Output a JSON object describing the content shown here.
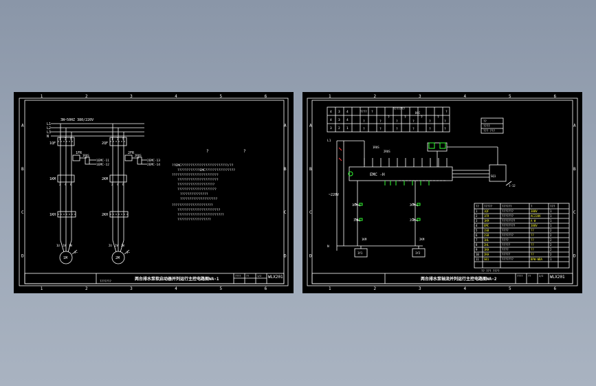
{
  "colors": {
    "background": "#9aa5b5",
    "sheet": "#000000",
    "line": "#ffffff",
    "accent_yellow": "#ffff33",
    "accent_green": "#33ff33",
    "accent_cyan": "#33ffff",
    "accent_red": "#ff3333"
  },
  "grid": {
    "columns": [
      "1",
      "2",
      "3",
      "4",
      "5",
      "6"
    ],
    "rows": [
      "A",
      "B",
      "C",
      "D"
    ]
  },
  "sheet_left": {
    "supply_label": "3N~50HZ 380/220V",
    "phases": [
      "L1",
      "L2",
      "L3",
      "N"
    ],
    "breaker_labels": [
      "1QF",
      "2QF"
    ],
    "relay_labels": [
      "1FR",
      "2FR"
    ],
    "relay_sub_labels": [
      "1RUS",
      "2RUS"
    ],
    "emc_refs_1": [
      "1EMC-11",
      "1EMC-12"
    ],
    "emc_refs_2": [
      "2EMC-13",
      "2EMC-14"
    ],
    "contactor_labels": [
      "1KM",
      "2KM"
    ],
    "fuse_labels": [
      "1KH",
      "2KH"
    ],
    "terminal_nums": [
      "1",
      "3",
      "5",
      "2",
      "4",
      "6"
    ],
    "motor_terms_1": [
      "1U",
      "1V",
      "1W"
    ],
    "motor_terms_2": [
      "2U",
      "2V",
      "2W"
    ],
    "motor_labels": [
      "1M",
      "2M"
    ],
    "motor_suffix": "3~",
    "notes_headers": [
      "?",
      "?"
    ],
    "notes_lines": [
      "??EMC?????????????????????????/??",
      "????????????EMC????????????????",
      "?????????????????????????",
      "??????????????????????",
      "????????????????????",
      "?????????????????????",
      "???????????????",
      "????????????????????",
      "??????????????????????",
      "???????????????????????",
      "?????????????????????????",
      "??????????????????"
    ],
    "title": "两台排水泵软启动器并列运行主控电路图WA-1",
    "drawing_no": "WLX201",
    "meta_a": "????",
    "meta_b": "??",
    "sheet_small": "1/2",
    "footer_code": "???????"
  },
  "sheet_right": {
    "top_table": [
      [
        "4",
        "3",
        "4",
        "?",
        "?",
        "?",
        "?",
        "?",
        "?"
      ],
      [
        "4",
        "3",
        "4",
        "?",
        "?",
        "?",
        "?",
        "?",
        "?"
      ],
      [
        "3",
        "2",
        "1",
        "?",
        "?",
        "?",
        "?",
        "?",
        "?"
      ]
    ],
    "top_headers": [
      "????",
      "???????",
      "DCC"
    ],
    "top_right_box": [
      "??",
      "????",
      "??? ???"
    ],
    "phase_labels": [
      "L1",
      "N"
    ],
    "voltage": "~220V",
    "emc_label": "EMC -H",
    "rus_labels": [
      "1RUS",
      "2RUS"
    ],
    "contact_labels": [
      "1KM",
      "2KM"
    ],
    "sb_labels": [
      "1SB",
      "2SB"
    ],
    "coil_labels": [
      "1KM",
      "2KM"
    ],
    "bottom_boxes": [
      "1Y1",
      "1Y2"
    ],
    "sensor_label": "SQ1",
    "sensor_sub": "1-12",
    "bom_header": [
      "??",
      "?????",
      "??????",
      "?",
      "???"
    ],
    "bom_rows": [
      [
        "1",
        "1QF",
        "???????",
        "380V",
        "1"
      ],
      [
        "2",
        "1FR",
        "???????",
        "AC220V",
        "1"
      ],
      [
        "3",
        "1KM",
        "????????",
        "A-W",
        "1"
      ],
      [
        "4",
        "EMC",
        "????????",
        "380V",
        "1"
      ],
      [
        "5",
        "1SB",
        "????",
        "??",
        "2"
      ],
      [
        "6",
        "2SB",
        "???????",
        "??",
        "2"
      ],
      [
        "7",
        "1HL",
        "????",
        "??",
        "2"
      ],
      [
        "8",
        "2HL",
        "?????",
        "??",
        "2"
      ],
      [
        "9",
        "1KH",
        "????",
        "??",
        "2"
      ],
      [
        "10",
        "2KH",
        "?????",
        "??",
        "2"
      ],
      [
        "11",
        "SB1",
        "???????",
        "BPW-WBA",
        "1"
      ]
    ],
    "bom_footer": "??  ???  ????",
    "title": "两台排水泵轴流并列运行主控电路图WA-2",
    "drawing_no": "WLX201",
    "meta_a": "????",
    "meta_b": "??",
    "sheet_small": "2/2"
  }
}
